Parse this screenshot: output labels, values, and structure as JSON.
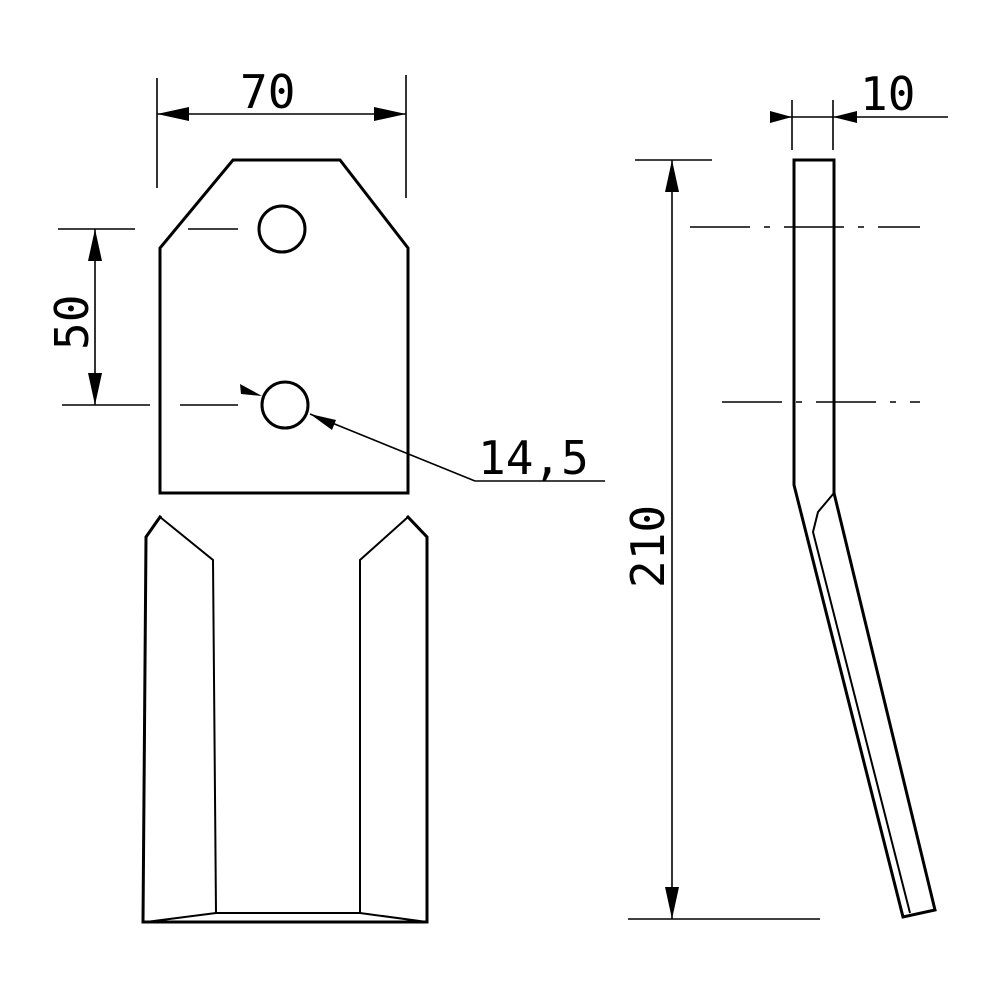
{
  "drawing": {
    "dimensions": {
      "width": "70",
      "thickness": "10",
      "hole_spacing": "50",
      "hole_diameter": "14,5",
      "length": "210"
    }
  }
}
